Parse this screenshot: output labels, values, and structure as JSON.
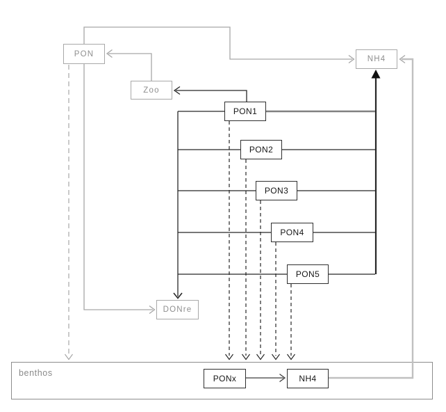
{
  "diagram": {
    "title": "plankton-benthos nitrogen flow diagram",
    "nodes": {
      "pon": {
        "label": "PON",
        "style": "gray"
      },
      "zoo": {
        "label": "Zoo",
        "style": "gray"
      },
      "nh4_top": {
        "label": "NH4",
        "style": "gray"
      },
      "pon1": {
        "label": "PON1",
        "style": "black"
      },
      "pon2": {
        "label": "PON2",
        "style": "black"
      },
      "pon3": {
        "label": "PON3",
        "style": "black"
      },
      "pon4": {
        "label": "PON4",
        "style": "black"
      },
      "pon5": {
        "label": "PON5",
        "style": "black"
      },
      "donre": {
        "label": "DONre",
        "style": "gray"
      },
      "benthos": {
        "label": "benthos",
        "style": "gray"
      },
      "ponx": {
        "label": "PONx",
        "style": "black"
      },
      "nh4_benthos": {
        "label": "NH4",
        "style": "black"
      }
    },
    "edges": [
      {
        "from": "PON",
        "to": "NH4",
        "style": "gray-solid"
      },
      {
        "from": "Zoo",
        "to": "PON",
        "style": "gray-solid"
      },
      {
        "from": "PON",
        "to": "DONre",
        "style": "gray-solid"
      },
      {
        "from": "PON",
        "to": "benthos",
        "style": "gray-dashed"
      },
      {
        "from": "PON1",
        "to": "Zoo",
        "style": "black-solid"
      },
      {
        "from": "PON1..PON5",
        "to": "DONre",
        "style": "black-solid"
      },
      {
        "from": "PON1..PON5",
        "to": "NH4",
        "style": "black-solid"
      },
      {
        "from": "PON1..PON5",
        "to": "benthos",
        "style": "black-dashed"
      },
      {
        "from": "PONx",
        "to": "NH4-benthos",
        "style": "black-solid"
      },
      {
        "from": "NH4-benthos",
        "to": "NH4",
        "style": "light-gray-solid"
      }
    ],
    "colors": {
      "background": "#ffffff",
      "gray_node_border": "#a8a8a8",
      "gray_node_text": "#8f8f8f",
      "black_node_border": "#2e2e2e",
      "black_node_text": "#161616",
      "gray_line": "#a6a6a6",
      "light_gray_line": "#c0c0c0",
      "black_line": "#262626",
      "thick_gray_line": "#808080"
    }
  }
}
